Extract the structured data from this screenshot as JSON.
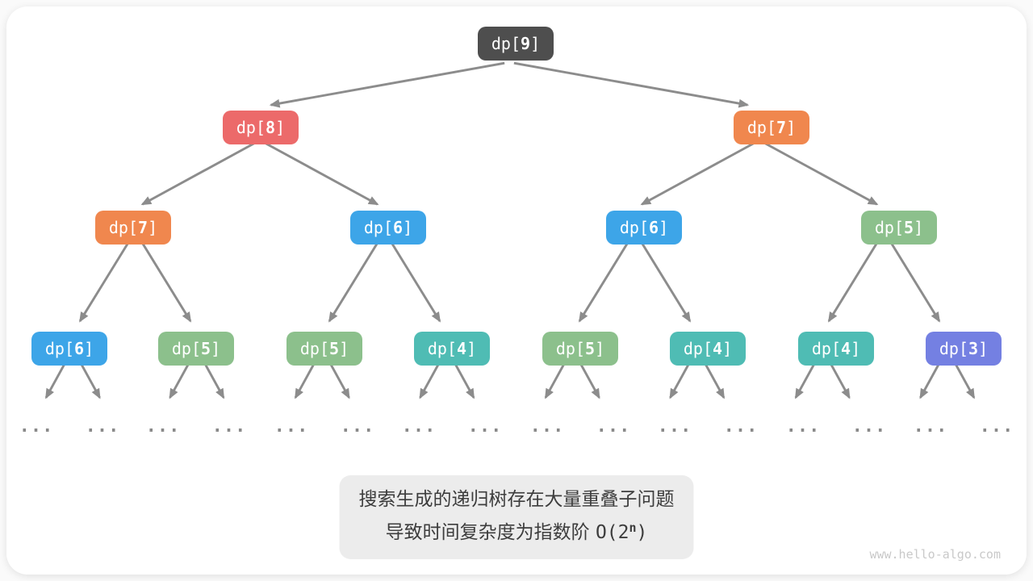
{
  "colors": {
    "dark": "#4e4e4e",
    "red": "#ec6a6a",
    "orange": "#f0874e",
    "blue": "#3da5e8",
    "green": "#8cc08c",
    "teal": "#4fbcb4",
    "purple": "#7480e2",
    "arrow": "#8c8c8c",
    "caption_bg": "#ececec",
    "caption_text": "#3d3d3d",
    "watermark_color": "#c9c9c9"
  },
  "tree": {
    "ellipsis": "...",
    "nodes": [
      {
        "pre": "dp[",
        "val": "9",
        "post": "]",
        "color": "dark",
        "level": 1
      },
      {
        "pre": "dp[",
        "val": "8",
        "post": "]",
        "color": "red",
        "level": 2
      },
      {
        "pre": "dp[",
        "val": "7",
        "post": "]",
        "color": "orange",
        "level": 2
      },
      {
        "pre": "dp[",
        "val": "7",
        "post": "]",
        "color": "orange",
        "level": 3
      },
      {
        "pre": "dp[",
        "val": "6",
        "post": "]",
        "color": "blue",
        "level": 3
      },
      {
        "pre": "dp[",
        "val": "6",
        "post": "]",
        "color": "blue",
        "level": 3
      },
      {
        "pre": "dp[",
        "val": "5",
        "post": "]",
        "color": "green",
        "level": 3
      },
      {
        "pre": "dp[",
        "val": "6",
        "post": "]",
        "color": "blue",
        "level": 4
      },
      {
        "pre": "dp[",
        "val": "5",
        "post": "]",
        "color": "green",
        "level": 4
      },
      {
        "pre": "dp[",
        "val": "5",
        "post": "]",
        "color": "green",
        "level": 4
      },
      {
        "pre": "dp[",
        "val": "4",
        "post": "]",
        "color": "teal",
        "level": 4
      },
      {
        "pre": "dp[",
        "val": "5",
        "post": "]",
        "color": "green",
        "level": 4
      },
      {
        "pre": "dp[",
        "val": "4",
        "post": "]",
        "color": "teal",
        "level": 4
      },
      {
        "pre": "dp[",
        "val": "4",
        "post": "]",
        "color": "teal",
        "level": 4
      },
      {
        "pre": "dp[",
        "val": "3",
        "post": "]",
        "color": "purple",
        "level": 4
      }
    ]
  },
  "caption": {
    "line1": "搜索生成的递归树存在大量重叠子问题",
    "line2_text": "导致时间复杂度为指数阶 ",
    "formula_pre": "O(2",
    "formula_sup": "n",
    "formula_post": ")"
  },
  "watermark": "www.hello-algo.com"
}
